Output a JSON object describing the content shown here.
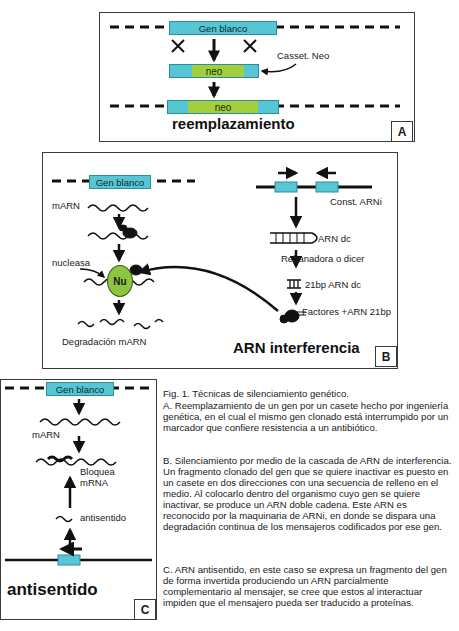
{
  "diagram": {
    "caption": "Fig. 1. Técnicas de silenciamiento genético.",
    "nodes": [
      {
        "text": [
          "reemplazamiento"
        ]
      },
      {
        "text": [
          "Gen blanco"
        ],
        "in": 0
      },
      {
        "text": [
          "neo"
        ],
        "in": 0
      },
      {
        "text": [
          "neo"
        ],
        "in": 0
      },
      {
        "text": [
          "A"
        ],
        "in": 0
      },
      {
        "text": [
          "ARN interferencia"
        ]
      },
      {
        "text": [
          "Gen blanco"
        ],
        "in": 5
      },
      {
        "text": [
          "Nu"
        ],
        "in": 5
      },
      {
        "text": [
          "B"
        ],
        "in": 5
      },
      {
        "text": [
          "antisentido"
        ]
      },
      {
        "text": [
          "Gen blanco"
        ],
        "in": 9
      },
      {
        "text": [
          "C"
        ],
        "in": 9
      }
    ],
    "edges": [
      {
        "from": 1,
        "to": 2,
        "arrow": "to"
      },
      {
        "from": 2,
        "to": 3,
        "arrow": "to"
      }
    ],
    "labels": [
      "Casset. Neo",
      "mARN",
      "nucleasa",
      "Degradación mARN",
      "Const. ARNi",
      "ARN dc",
      "Rebanadora o dicer",
      "21bp ARN dc",
      "Factores +ARN 21bp",
      "mARN",
      "Bloquea mRNA",
      "antisentido",
      "A. Reemplazamiento de un gen por un casete hecho por ingeniería genética, en el cual el mismo gen clonado está interrumpido por un marcador que confiere resistencia a un antibiótico.",
      "B. Silenciamiento por medio de la cascada de ARN de interferencia. Un fragmento clonado del gen que se quiere inactivar es puesto en un casete en dos direcciones con una secuencia de relleno en el medio. Al colocarlo dentro del organismo cuyo gen se quiere inactivar, se produce un ARN doble cadena. Este ARN es reconocido por la maquinaria de ARNi, en donde se dispara una degradación continua de los mensajeros codificados por ese gen.",
      "C. ARN antisentido, en este caso se expresa un fragmento del gen de forma invertida produciendo un ARN parcialmente complementario al mensajer, se cree que estos al interactuar impiden que el mensajero pueda ser traducido a proteínas."
    ]
  }
}
